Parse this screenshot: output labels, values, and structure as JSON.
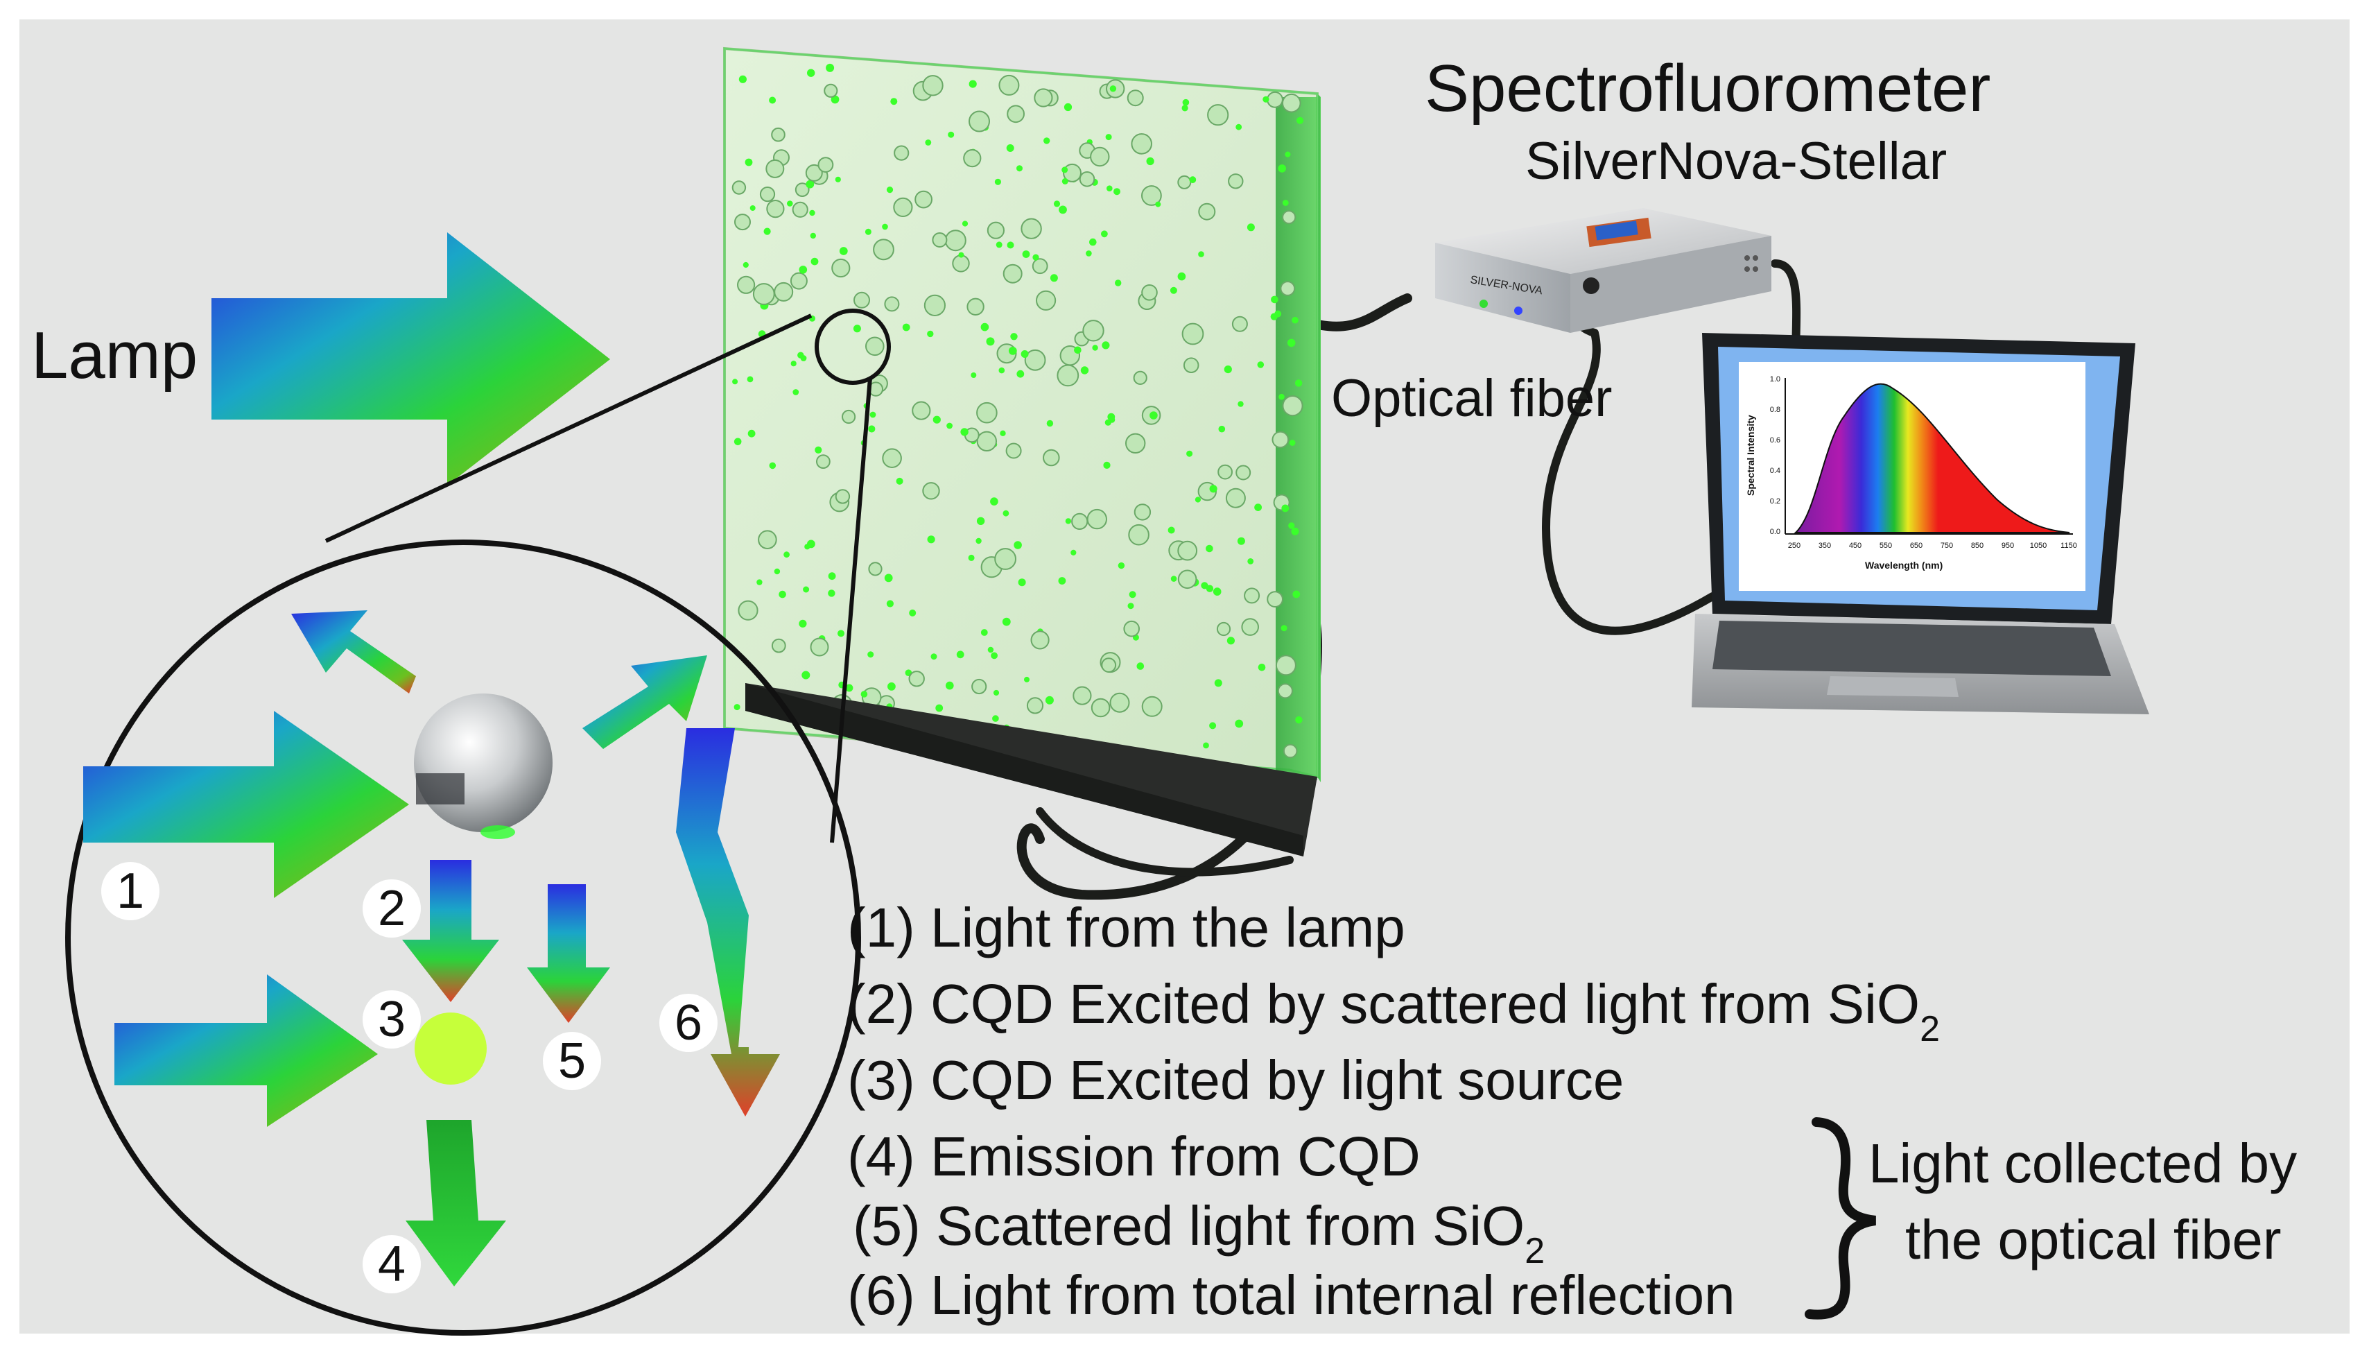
{
  "labels": {
    "lamp": "Lamp",
    "spectrofluorometer": "Spectrofluorometer",
    "model": "SilverNova-Stellar",
    "optical_fiber": "Optical fiber",
    "device_brand": "SILVER-NOVA"
  },
  "markers": [
    "1",
    "2",
    "3",
    "4",
    "5",
    "6"
  ],
  "legend": [
    {
      "text": "(1) Light from the lamp"
    },
    {
      "text": "(2) CQD Excited by scattered light from SiO",
      "sub": "2"
    },
    {
      "text": "(3) CQD Excited by light source"
    },
    {
      "text": "(4) Emission from CQD"
    },
    {
      "text": "(5) Scattered light from SiO",
      "sub": "2"
    },
    {
      "text": "(6) Light from total internal reflection"
    }
  ],
  "brace_note": [
    "Light collected by",
    "the optical fiber"
  ],
  "screen_chart": {
    "ylabel": "Spectral Intensity",
    "xlabel": "Wavelength (nm)",
    "yticks": [
      "1.0",
      "0.8",
      "0.6",
      "0.4",
      "0.2",
      "0.0"
    ],
    "xticks": [
      "250",
      "350",
      "450",
      "550",
      "650",
      "750",
      "850",
      "950",
      "1050",
      "1150"
    ]
  },
  "colors": {
    "background": "#e4e5e4",
    "panel_tint": "#d9ead0",
    "dot_green": "#3aff2a",
    "arrow_blue": "#1b35d6",
    "arrow_green": "#27c13a",
    "cqd": "#c6ff3a",
    "screen_blue": "#7fb4f0"
  }
}
